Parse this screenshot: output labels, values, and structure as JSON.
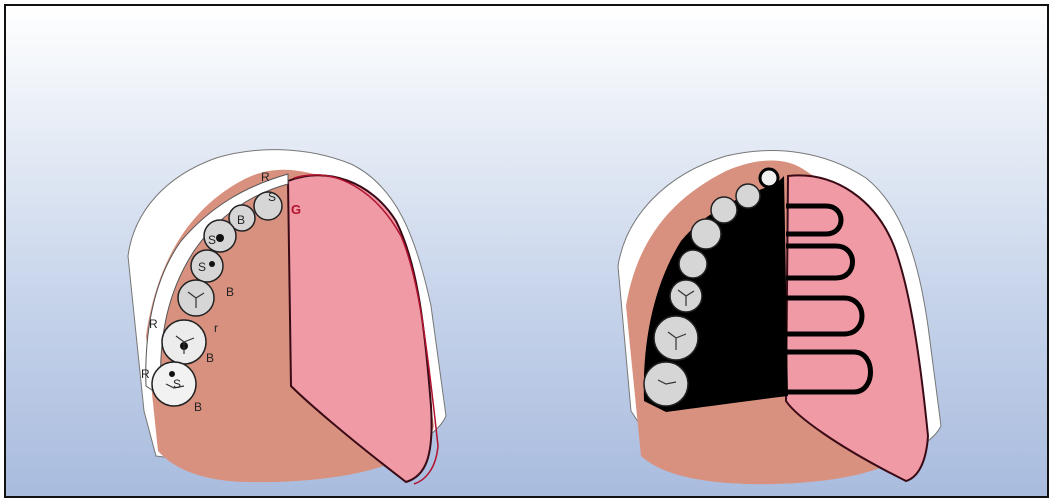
{
  "labels": {
    "r1": "R",
    "s1": "S",
    "g": "G",
    "b1": "B",
    "s2": "S",
    "s3": "S",
    "b2": "B",
    "r2": "r",
    "r3": "R",
    "b3": "B",
    "r4": "R",
    "s4": "S",
    "b4": "B"
  },
  "colors": {
    "palate": "#d9917f",
    "saddle": "#f09aa6",
    "outline": "#3a0b16",
    "framework": "#000000",
    "tooth": "#d6d6d6",
    "gingiva": "#ffffff"
  }
}
